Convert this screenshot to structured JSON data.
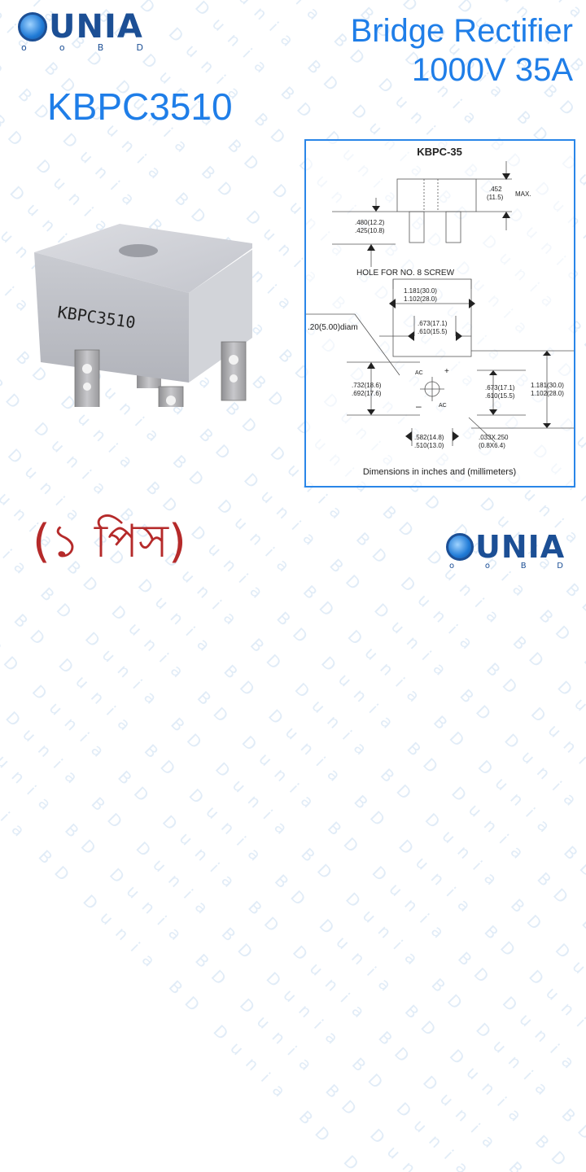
{
  "brand": {
    "logo_top": {
      "word": "UNIA",
      "initial_globe": "D",
      "sub": [
        "o",
        "o",
        "B",
        "D"
      ]
    },
    "logo_bottom": {
      "word": "UNIA",
      "initial_globe": "D",
      "sub": [
        "o",
        "o",
        "B",
        "D"
      ]
    },
    "watermark_text": "Dunia BD",
    "colors": {
      "primary": "#1c4f95",
      "accent": "#1f7ee8",
      "qty": "#b52a2a"
    }
  },
  "header": {
    "title_line1": "Bridge Rectifier",
    "title_line2": "1000V 35A"
  },
  "product": {
    "part_number": "KBPC3510",
    "body_marking": "KBPC3510"
  },
  "diagram": {
    "package": "KBPC-35",
    "side_view": {
      "height_max_in": ".452",
      "height_max_mm": "(11.5)",
      "height_max_label": "MAX.",
      "lead_len_in_max": ".480(12.2)",
      "lead_len_in_min": ".425(10.8)",
      "hole_note": "HOLE FOR NO. 8 SCREW"
    },
    "top_view": {
      "width_max": "1.181(30.0)",
      "width_min": "1.102(28.0)",
      "inner_max": ".673(17.1)",
      "inner_min": ".610(15.5)",
      "hole_diam": ".20(5.00)diam",
      "left_span_max": ".732(18.6)",
      "left_span_min": ".692(17.6)",
      "right_inner_max": ".673(17.1)",
      "right_inner_min": ".610(15.5)",
      "right_outer_max": "1.181(30.0)",
      "right_outer_min": "1.102(28.0)",
      "bottom_max": ".582(14.8)",
      "bottom_min": ".510(13.0)",
      "terminal_in": ".033X.250",
      "terminal_mm": "(0.8X6.4)",
      "label_ac1": "AC",
      "label_ac2": "AC",
      "label_plus": "+",
      "label_minus": "–"
    },
    "footer": "Dimensions in inches and (millimeters)"
  },
  "quantity": {
    "label": "(১ পিস)"
  }
}
